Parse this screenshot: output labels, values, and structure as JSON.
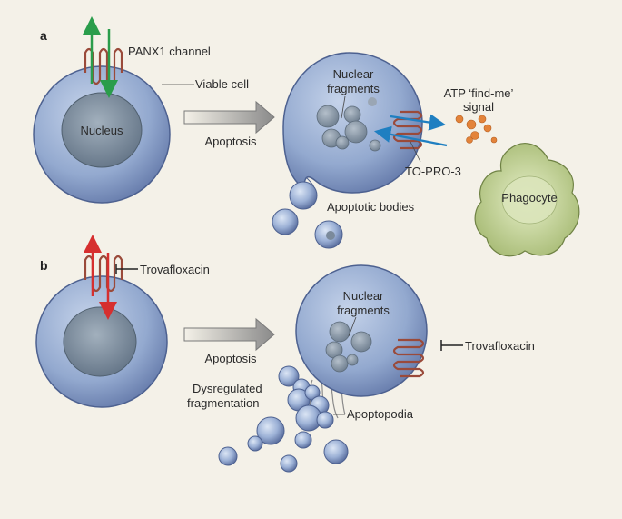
{
  "panel_a": {
    "letter": "a",
    "channel_label": "PANX1 channel",
    "viable_cell_label": "Viable cell",
    "nucleus_label": "Nucleus",
    "process_label": "Apoptosis",
    "nuclear_fragments_label_1": "Nuclear",
    "nuclear_fragments_label_2": "fragments",
    "atp_label_1": "ATP ‘find-me’",
    "atp_label_2": "signal",
    "dye_label": "TO-PRO-3",
    "phagocyte_label": "Phagocyte",
    "bodies_label": "Apoptotic bodies"
  },
  "panel_b": {
    "letter": "b",
    "inhibitor_label_1": "Trovafloxacin",
    "process_label": "Apoptosis",
    "nuclear_fragments_label_1": "Nuclear",
    "nuclear_fragments_label_2": "fragments",
    "inhibitor_label_2": "Trovafloxacin",
    "dysregulated_label_1": "Dysregulated",
    "dysregulated_label_2": "fragmentation",
    "apoptopodia_label": "Apoptopodia"
  },
  "colors": {
    "background": "#f4f1e8",
    "cell_fill": "#8fa6cc",
    "cell_edge": "#5a6fa0",
    "nucleus_fill": "#6f8296",
    "phagocyte_fill": "#b7c98a",
    "atp_orange": "#e3833a",
    "arrow_blue": "#1f7fc1",
    "arrow_green": "#2a9d4b",
    "arrow_red": "#d62f2f",
    "channel": "#9a4a3a"
  }
}
